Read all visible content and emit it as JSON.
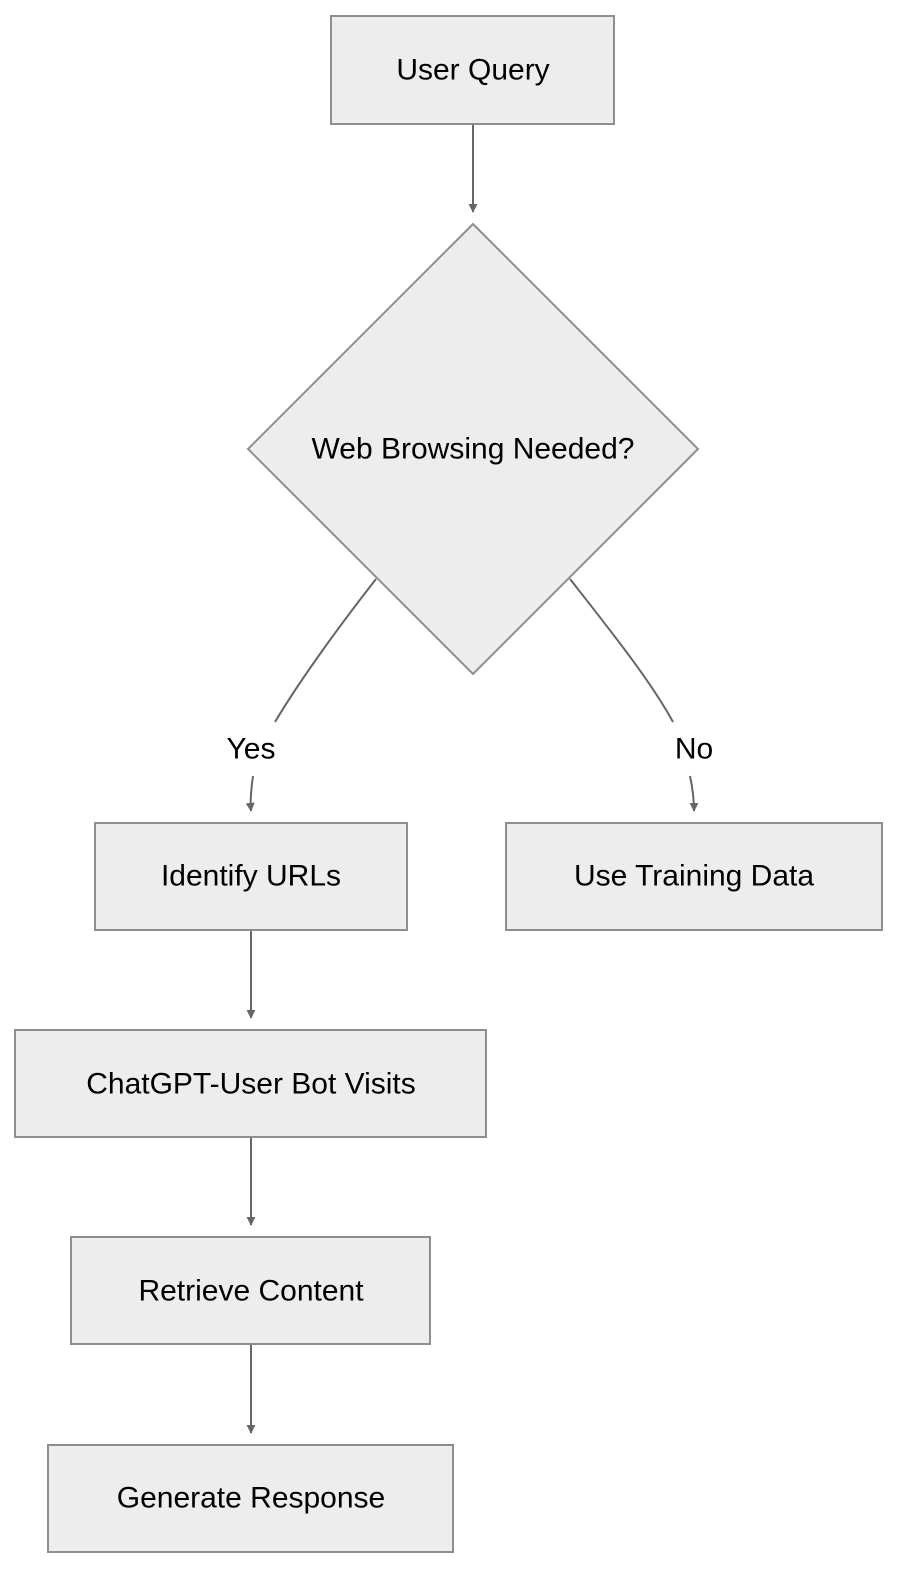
{
  "diagram": {
    "nodes": {
      "user_query": "User Query",
      "web_browsing_needed": "Web Browsing Needed?",
      "identify_urls": "Identify URLs",
      "use_training_data": "Use Training Data",
      "chatgpt_user_bot_visits": "ChatGPT-User Bot Visits",
      "retrieve_content": "Retrieve Content",
      "generate_response": "Generate Response"
    },
    "edge_labels": {
      "yes": "Yes",
      "no": "No"
    }
  }
}
